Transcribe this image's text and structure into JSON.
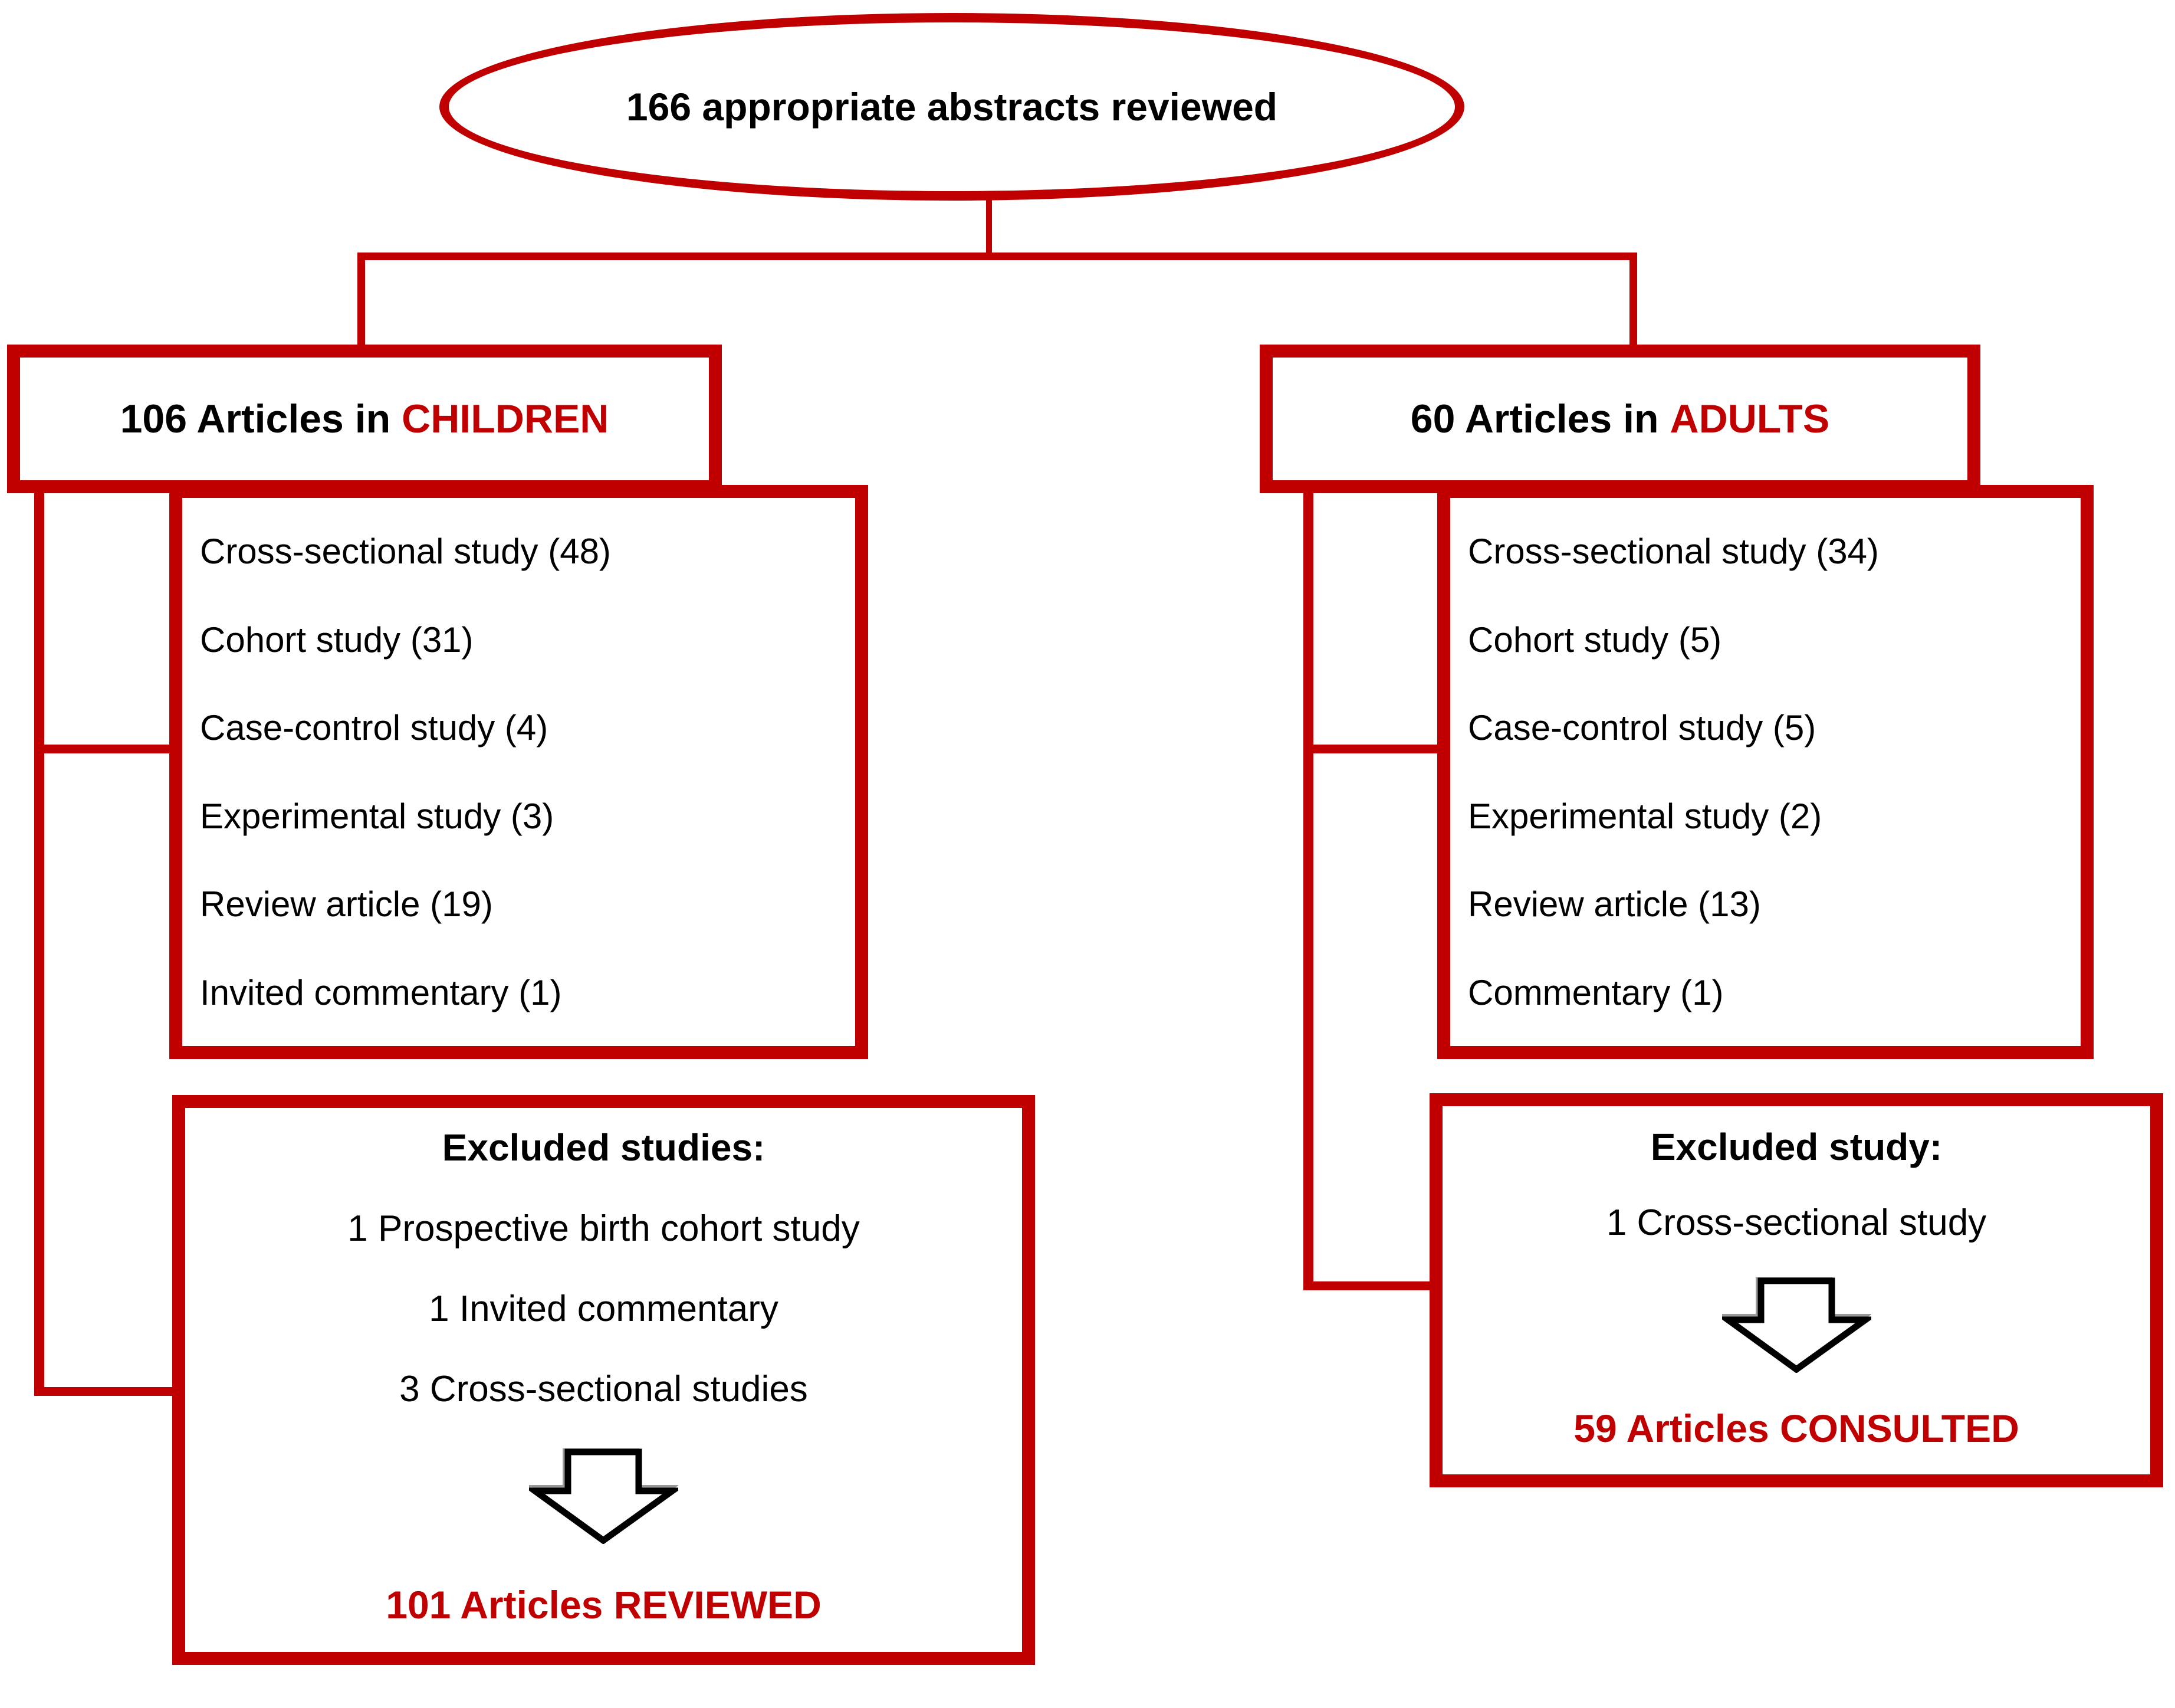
{
  "meta": {
    "title": "Article selection flow diagram"
  },
  "colors": {
    "accent_red": "#c00000",
    "text_black": "#000000",
    "arrow_fill": "#ffffff",
    "arrow_outline": "#000000",
    "arrow_shadow": "#999999"
  },
  "root": {
    "label": "166 appropriate abstracts reviewed"
  },
  "children_branch": {
    "header": {
      "count_text": "106 Articles in",
      "group": "CHILDREN"
    },
    "study_types": [
      "Cross-sectional study (48)",
      "Cohort study (31)",
      "Case-control study (4)",
      "Experimental study (3)",
      "Review article (19)",
      "Invited commentary (1)"
    ],
    "excluded": {
      "title": "Excluded studies:",
      "items": [
        "1 Prospective birth cohort study",
        "1 Invited commentary",
        "3 Cross-sectional studies"
      ],
      "result": "101 Articles REVIEWED"
    }
  },
  "adults_branch": {
    "header": {
      "count_text": "60 Articles in",
      "group": "ADULTS"
    },
    "study_types": [
      "Cross-sectional study (34)",
      "Cohort study (5)",
      "Case-control study (5)",
      "Experimental study (2)",
      "Review article (13)",
      "Commentary (1)"
    ],
    "excluded": {
      "title": "Excluded study:",
      "items": [
        "1 Cross-sectional study"
      ],
      "result": "59 Articles CONSULTED"
    }
  }
}
